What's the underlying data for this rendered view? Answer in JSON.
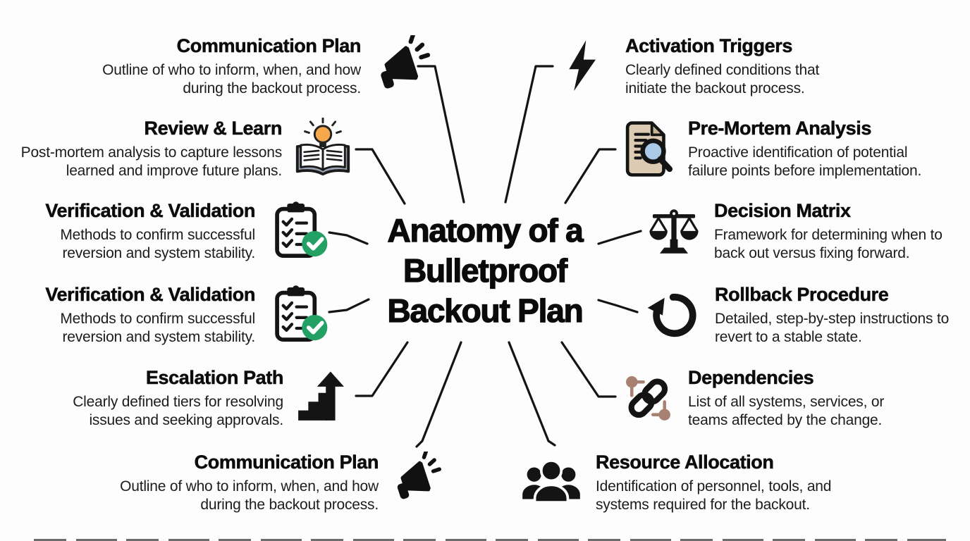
{
  "center": {
    "title_lines": [
      "Anatomy of a",
      "Bulletproof",
      "Backout Plan"
    ]
  },
  "items_left": [
    {
      "title": "Communication Plan",
      "desc": "Outline of who to inform, when, and how during the backout process.",
      "icon": "megaphone-icon"
    },
    {
      "title": "Review & Learn",
      "desc": "Post-mortem analysis to capture lessons learned and improve future plans.",
      "icon": "open-book-lightbulb-icon"
    },
    {
      "title": "Verification & Validation",
      "desc": "Methods to confirm successful reversion and system stability.",
      "icon": "clipboard-check-icon"
    },
    {
      "title": "Verification & Validation",
      "desc": "Methods to confirm successful reversion and system stability.",
      "icon": "clipboard-check-icon"
    },
    {
      "title": "Escalation Path",
      "desc": "Clearly defined tiers for resolving issues and seeking approvals.",
      "icon": "stairs-up-arrow-icon"
    },
    {
      "title": "Communication Plan",
      "desc": "Outline of who to inform, when, and how during the backout process.",
      "icon": "megaphone-icon"
    }
  ],
  "items_right": [
    {
      "title": "Activation Triggers",
      "desc": "Clearly defined conditions that initiate the backout process.",
      "icon": "lightning-bolt-icon"
    },
    {
      "title": "Pre-Mortem Analysis",
      "desc": "Proactive identification of potential failure points before implementation.",
      "icon": "document-magnifier-icon"
    },
    {
      "title": "Decision Matrix",
      "desc": "Framework for determining when to back out versus fixing forward.",
      "icon": "balance-scale-icon"
    },
    {
      "title": "Rollback Procedure",
      "desc": "Detailed, step-by-step instructions to revert to a stable state.",
      "icon": "undo-arrow-icon"
    },
    {
      "title": "Dependencies",
      "desc": "List of all systems, services, or teams affected by the change.",
      "icon": "chain-link-icon"
    },
    {
      "title": "Resource Allocation",
      "desc": "Identification of personnel, tools, and systems required for the backout.",
      "icon": "people-group-icon"
    }
  ],
  "colors": {
    "background": "#fdfdfd",
    "text": "#141414",
    "connector": "#141414",
    "check_green": "#23a164",
    "bulb_yellow": "#f6a94b",
    "document_tan": "#dccbb2",
    "lens_blue": "#a9c9e6",
    "node_rose": "#a98173",
    "book_cover_gray": "#9aa4b4"
  }
}
